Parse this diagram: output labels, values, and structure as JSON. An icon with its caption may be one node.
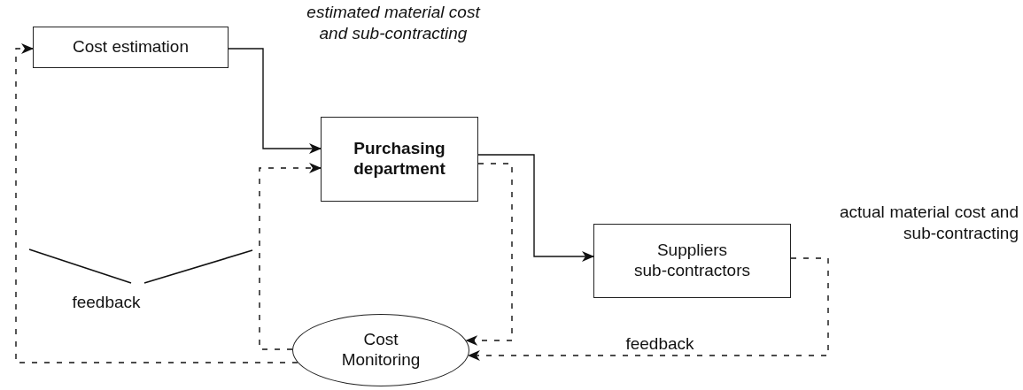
{
  "diagram": {
    "nodes": [
      {
        "text": [
          "Cost estimation"
        ]
      },
      {
        "text": [
          "Purchasing department"
        ]
      },
      {
        "text": [
          "Suppliers sub-contractors"
        ]
      },
      {
        "text": [
          "Cost Monitoring"
        ]
      }
    ],
    "edges": [
      {
        "from": 0,
        "to": 1,
        "arrow": "to",
        "label": "estimated material cost and sub-contracting"
      },
      {
        "from": 1,
        "to": 2,
        "arrow": "to"
      },
      {
        "from": 2,
        "to": 3,
        "arrow": "to",
        "style": "dashed",
        "label": "feedback"
      },
      {
        "from": 1,
        "to": 3,
        "arrow": "to",
        "style": "dashed"
      },
      {
        "from": 3,
        "to": 1,
        "arrow": "to",
        "style": "dashed"
      },
      {
        "from": 3,
        "to": 0,
        "arrow": "to",
        "style": "dashed"
      }
    ],
    "labels": [
      "actual material cost and sub-contracting",
      "feedback"
    ]
  }
}
